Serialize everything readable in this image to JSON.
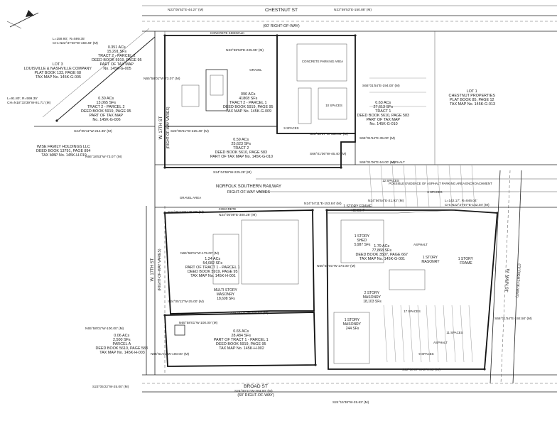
{
  "streets": {
    "chestnut": {
      "name": "CHESTNUT ST",
      "row": "(60' RIGHT-OF-WAY)"
    },
    "broad": {
      "name": "BROAD ST",
      "row": "(60' RIGHT-OF-WAY)"
    },
    "w17_upper": {
      "name": "W. 17TH ST",
      "row": "(RIGHT-OF-WAY VARIES)"
    },
    "w17_lower": {
      "name": "W. 17TH ST",
      "row": "(RIGHT-OF-WAY VARIES)"
    },
    "main": {
      "name": "W. MAIN ST",
      "row": "(70' RIGHT-OF-WAY)"
    },
    "railway": {
      "name": "NORFOLK SOUTHERN RAILWAY",
      "row": "RIGHT-OF-WAY VARIES"
    }
  },
  "parcels": [
    {
      "id": "lot3",
      "lines": [
        "LOT 3",
        "LOUISVILLE & NASHVILLE COMPANY",
        "PLAT BOOK 133, PAGE 68",
        "TAX MAP No. 145K-G-005"
      ]
    },
    {
      "id": "tract2-p2",
      "lines": [
        "0.351 ACs",
        "15,291 SFs",
        "TRACT 2 - PARCEL 2",
        "DEED BOOK 5919, PAGE 95",
        "PART OF TAX MAP",
        "No. 145K-G-005"
      ]
    },
    {
      "id": "tract2-p2b",
      "lines": [
        "0.30 ACs",
        "13,065 SFs",
        "TRACT 2 - PARCEL 2",
        "DEED BOOK 5919, PAGE 95",
        "PART OF TAX MAP",
        "No. 145K-G-006"
      ]
    },
    {
      "id": "tract2-p1",
      "lines": [
        "096 ACs",
        "41808 SFs",
        "TRACT 2 - PARCEL 1",
        "DEED BOOK 5919, PAGE 95",
        "TAX MAP No. 145K-G-009"
      ]
    },
    {
      "id": "tract1-top",
      "lines": [
        "0.63 ACs",
        "27,613 SFs",
        "TRACT 1",
        "DEED BOOK 5610, PAGE 583",
        "PART OF TAX MAP",
        "No. 145K-G-010"
      ]
    },
    {
      "id": "tract2-lower",
      "lines": [
        "0.59 ACs",
        "25,623 SFs",
        "TRACT 2",
        "DEED BOOK 5610, PAGE 583",
        "PART OF TAX MAP No. 145K-G-010"
      ]
    },
    {
      "id": "wise",
      "lines": [
        "WISE FAMILY HOLDINGS LLC",
        "DEED BOOK 13791, PAGE 894",
        "TAX MAP No. 145K-H-019"
      ]
    },
    {
      "id": "chestnut-props",
      "lines": [
        "LOT 1",
        "CHESTNUT PROPERTIES",
        "PLAT BOOK 85, PAGE 12",
        "TAX MAP No. 145K-G-013"
      ]
    },
    {
      "id": "tract1-p1",
      "lines": [
        "1.24 ACs",
        "54,082 SFs",
        "PART OF TRACT 1 - PARCEL 1",
        "DEED BOOK 5919, PAGE 95",
        "TAX MAP No. 145K-H-001"
      ]
    },
    {
      "id": "east-block",
      "lines": [
        "1.79 ACs",
        "77,868 SFs",
        "DEED BOOK 3507, PAGE 667",
        "TAX MAP No. 145K-G-001"
      ]
    },
    {
      "id": "south-p1",
      "lines": [
        "0.65 ACs",
        "28,484 SFs",
        "PART OF TRACT 1 - PARCEL 1",
        "DEED BOOK 5919, PAGE 95",
        "TAX MAP No. 145K-H-002"
      ]
    },
    {
      "id": "parcel-a",
      "lines": [
        "0.06 ACs",
        "2,500 SFs",
        "PARCEL A",
        "DEED BOOK 5610, PAGE 583",
        "TAX MAP No. 145K-H-003"
      ]
    }
  ],
  "bearings": [
    {
      "id": "b1",
      "text": "N23°05'53\"E-44.27' (M)"
    },
    {
      "id": "b2",
      "text": "N23°59'53\"E-150.88' (M)"
    },
    {
      "id": "b3",
      "text": "L=159.90', R=599.35'"
    },
    {
      "id": "b4",
      "text": "CH=N22°37'40\"W-159.48' (M)"
    },
    {
      "id": "b5",
      "text": "N23°59'53\"E-225.95' (M)"
    },
    {
      "id": "b6",
      "text": "S66°01'54\"E-194.00' (M)"
    },
    {
      "id": "b7",
      "text": "L=91.80', R=599.35'"
    },
    {
      "id": "b8",
      "text": "CH=N18°33'39\"W-91.71' (M)"
    },
    {
      "id": "b9",
      "text": "S24°05'11\"W-214.35' (M)"
    },
    {
      "id": "b10",
      "text": "S23°05'51\"W-225.40' (M)"
    },
    {
      "id": "b11",
      "text": "S23°53'07\"W-150.88' (M)"
    },
    {
      "id": "b12",
      "text": "S66°01'54\"E-35.00' (M)"
    },
    {
      "id": "b13",
      "text": "S66°01'06\"W-46.40' (M)"
    },
    {
      "id": "b14",
      "text": "S66°01'06\"E-54.00' (M)"
    },
    {
      "id": "b15",
      "text": "N66°18'53\"W-73.07' (M)"
    },
    {
      "id": "b16",
      "text": "S24°04'59\"W-225.28' (M)"
    },
    {
      "id": "b17",
      "text": "N24°04'11\"E-153.84' (M)"
    },
    {
      "id": "b18",
      "text": "N24°56'54\"E-21.93' (M)"
    },
    {
      "id": "b19",
      "text": "L=142.17', R=846.04'"
    },
    {
      "id": "b20",
      "text": "CH=N22°27'07\"E-142.04' (M)"
    },
    {
      "id": "b21",
      "text": "N24°05'09\"E-300.28' (M)"
    },
    {
      "id": "b22",
      "text": "N65°58'01\"W-175.00' (M)"
    },
    {
      "id": "b23",
      "text": "S24°05'11\"W-25.00' (M)"
    },
    {
      "id": "b24",
      "text": "S24°00'11\"W-244.07' (M)"
    },
    {
      "id": "b25",
      "text": "N65°58'01\"W-100.00' (M)"
    },
    {
      "id": "b26",
      "text": "N65°58'01\"W-100.00' (M)"
    },
    {
      "id": "b27",
      "text": "S66°01'54\"E-192.50' (M)"
    },
    {
      "id": "b28",
      "text": "S24°00'11\"W-264.00' (M)"
    },
    {
      "id": "b29",
      "text": "S23°05'22\"W-25.00' (M)"
    },
    {
      "id": "b30",
      "text": "S24°15'38\"W-25.63' (M)"
    },
    {
      "id": "b31",
      "text": "S22°50'07\"W-270.63' (M)"
    },
    {
      "id": "b32",
      "text": "N65°58'01\"W-174.00' (M)"
    },
    {
      "id": "b33",
      "text": "N65°51'01\"W-100.00' (M)"
    },
    {
      "id": "b34",
      "text": "S24°05'11\"W-25.00' (M)"
    },
    {
      "id": "b35",
      "text": "N65°58'01\"W-73.07' (M)"
    }
  ],
  "buildings": [
    {
      "id": "bldg1",
      "lines": [
        "1 STORY",
        "SHED",
        "5,987 SFs"
      ]
    },
    {
      "id": "bldg2",
      "lines": [
        "2 STORY",
        "MASONRY",
        "18,103 SFs"
      ]
    },
    {
      "id": "bldg3",
      "lines": [
        "1 STORY",
        "MASONRY",
        "244 SFs"
      ]
    },
    {
      "id": "bldg4",
      "lines": [
        "1 STORY FRAME",
        "HEIGHT"
      ]
    },
    {
      "id": "bldg5",
      "lines": [
        "1 STORY",
        "MASONRY"
      ]
    },
    {
      "id": "bldg6",
      "lines": [
        "1 STORY",
        "FRAME"
      ]
    },
    {
      "id": "bldg7",
      "lines": [
        "MULTI STORY",
        "MASONRY",
        "18,608 SFs"
      ]
    }
  ],
  "misc": [
    {
      "id": "concrete1",
      "text": "CONCRETE SIDEWALK"
    },
    {
      "id": "concrete2",
      "text": "CONCRETE"
    },
    {
      "id": "parking",
      "text": "CONCRETE PARKING AREA"
    },
    {
      "id": "asphalt1",
      "text": "ASPHALT"
    },
    {
      "id": "asphalt2",
      "text": "ASPHALT"
    },
    {
      "id": "asphalt3",
      "text": "ASPHALT"
    },
    {
      "id": "gravel1",
      "text": "GRAVEL"
    },
    {
      "id": "gravel2",
      "text": "GRAVEL AREA"
    },
    {
      "id": "fence",
      "text": "POSSIBLE EVIDENCE OF ASPHALT PARKING AREA ENCROACHMENT"
    },
    {
      "id": "sp1",
      "text": "10 SPACES"
    },
    {
      "id": "sp2",
      "text": "12 SPACES"
    },
    {
      "id": "sp3",
      "text": "6 SPACES"
    },
    {
      "id": "sp4",
      "text": "9 SPACES"
    },
    {
      "id": "sp5",
      "text": "17 SPACES"
    },
    {
      "id": "sp6",
      "text": "11 SPACES"
    },
    {
      "id": "sp7",
      "text": "9 SPACES"
    }
  ]
}
